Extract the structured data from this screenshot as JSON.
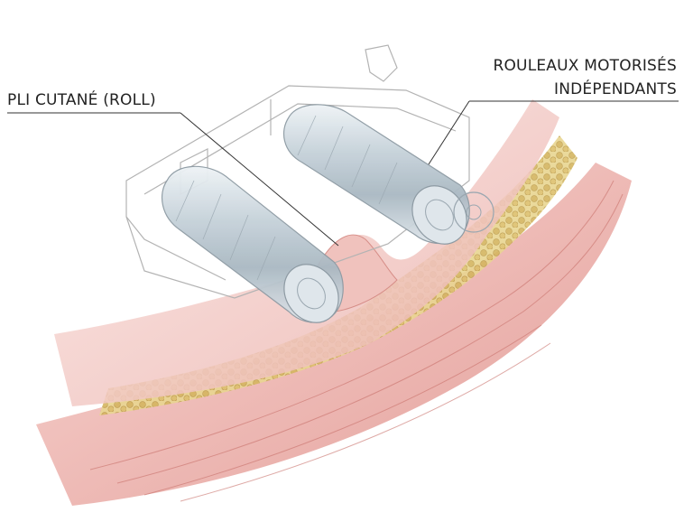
{
  "labels": {
    "skin_fold": "PLI CUTANÉ (ROLL)",
    "rollers_line1": "ROULEAUX MOTORISÉS",
    "rollers_line2": "INDÉPENDANTS"
  },
  "colors": {
    "skin": "#f3c7c2",
    "skin_dark": "#e59a94",
    "fat": "#d9c27a",
    "muscle": "#e8a9a4",
    "roller": "#c9d4dc",
    "outline": "#9a9a9a",
    "leader": "#333333"
  },
  "icons": {
    "roller_left": "roller-cylinder-icon",
    "roller_right": "roller-cylinder-icon",
    "device_housing": "device-housing-outline"
  }
}
